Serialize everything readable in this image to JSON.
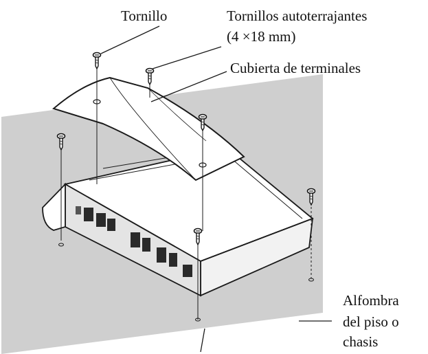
{
  "labels": {
    "screw": "Tornillo",
    "tapping_screws_line1": "Tornillos autoterrajantes",
    "tapping_screws_line2": "(4 ×18 mm)",
    "terminal_cover": "Cubierta de terminales",
    "carpet_line1": "Alfombra",
    "carpet_line2": "del piso o",
    "carpet_line3": "chasis"
  },
  "colors": {
    "floor": "#cfcfcf",
    "line": "#1a1a1a",
    "body": "#ffffff",
    "side_shade": "#e4e4e4",
    "terminal_block": "#2a2a2a"
  }
}
